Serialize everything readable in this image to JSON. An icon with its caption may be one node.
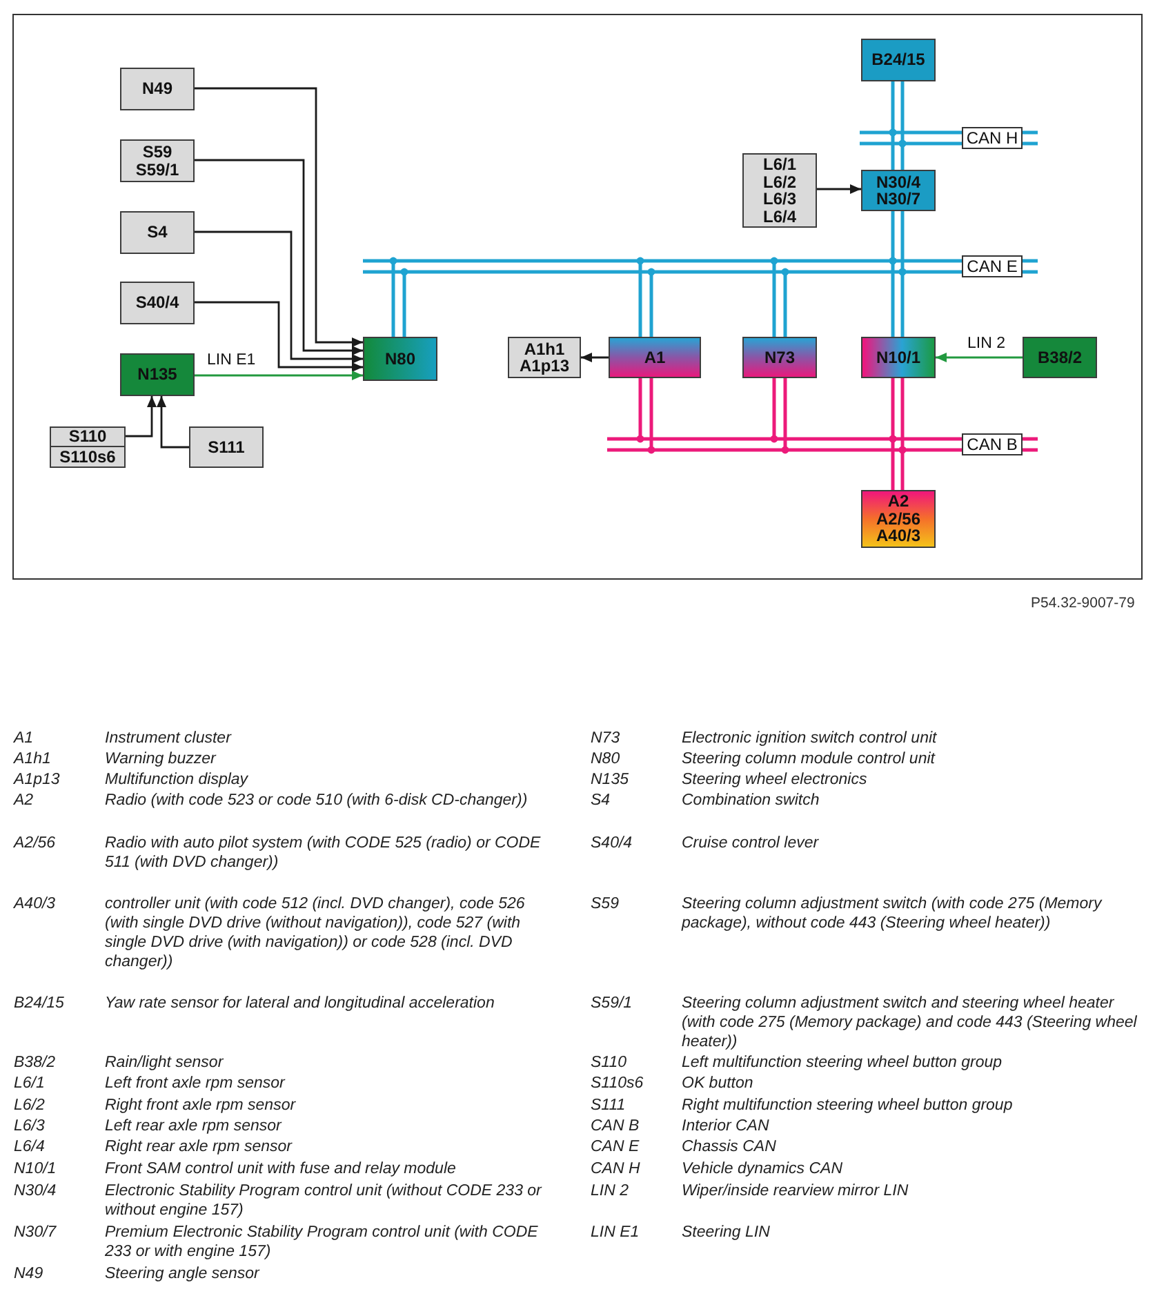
{
  "diagram": {
    "nodes": [
      {
        "text": [
          "N49"
        ]
      },
      {
        "text": [
          "S59",
          "S59/1"
        ]
      },
      {
        "text": [
          "S4"
        ]
      },
      {
        "text": [
          "S40/4"
        ]
      },
      {
        "text": [
          "N135"
        ]
      },
      {
        "text": [
          "S110"
        ]
      },
      {
        "text": [
          "S110s6"
        ]
      },
      {
        "text": [
          "S111"
        ]
      },
      {
        "text": [
          "B24/15"
        ]
      },
      {
        "text": [
          "CAN H"
        ]
      },
      {
        "text": [
          "L6/1",
          "L6/2",
          "L6/3",
          "L6/4"
        ]
      },
      {
        "text": [
          "N30/4",
          "N30/7"
        ]
      },
      {
        "text": [
          "CAN E"
        ]
      },
      {
        "text": [
          "N80"
        ]
      },
      {
        "text": [
          "A1h1",
          "A1p13"
        ]
      },
      {
        "text": [
          "A1"
        ]
      },
      {
        "text": [
          "N73"
        ]
      },
      {
        "text": [
          "N10/1"
        ]
      },
      {
        "text": [
          "B38/2"
        ]
      },
      {
        "text": [
          "CAN B"
        ]
      },
      {
        "text": [
          "A2",
          "A2/56",
          "A40/3"
        ]
      }
    ],
    "edges": [
      {
        "from": 0,
        "to": 13,
        "arrow": "to"
      },
      {
        "from": 1,
        "to": 13,
        "arrow": "to"
      },
      {
        "from": 2,
        "to": 13,
        "arrow": "to"
      },
      {
        "from": 3,
        "to": 13,
        "arrow": "to"
      },
      {
        "from": 4,
        "to": 13,
        "arrow": "to",
        "label": "LIN E1",
        "color": "#22993f"
      },
      {
        "from": 5,
        "to": 4,
        "arrow": "to"
      },
      {
        "from": 7,
        "to": 4,
        "arrow": "to"
      },
      {
        "from": 8,
        "to": 9,
        "arrow": "other",
        "color": "#1fa3d1"
      },
      {
        "from": 11,
        "to": 9,
        "arrow": "other",
        "color": "#1fa3d1"
      },
      {
        "from": 10,
        "to": 11,
        "arrow": "to"
      },
      {
        "from": 11,
        "to": 12,
        "arrow": "other",
        "color": "#1fa3d1"
      },
      {
        "from": 13,
        "to": 12,
        "arrow": "other",
        "color": "#1fa3d1"
      },
      {
        "from": 15,
        "to": 12,
        "arrow": "other",
        "color": "#1fa3d1"
      },
      {
        "from": 16,
        "to": 12,
        "arrow": "other",
        "color": "#1fa3d1"
      },
      {
        "from": 17,
        "to": 12,
        "arrow": "other",
        "color": "#1fa3d1"
      },
      {
        "from": 15,
        "to": 14,
        "arrow": "to"
      },
      {
        "from": 18,
        "to": 17,
        "arrow": "to",
        "label": "LIN 2",
        "color": "#22993f"
      },
      {
        "from": 15,
        "to": 19,
        "arrow": "other",
        "color": "#ec1a7a"
      },
      {
        "from": 16,
        "to": 19,
        "arrow": "other",
        "color": "#ec1a7a"
      },
      {
        "from": 17,
        "to": 19,
        "arrow": "other",
        "color": "#ec1a7a"
      },
      {
        "from": 20,
        "to": 19,
        "arrow": "other",
        "color": "#ec1a7a"
      }
    ],
    "labels": [
      "P54.32-9007-79",
      "A1",
      "Instrument cluster",
      "A1h1",
      "Warning buzzer",
      "A1p13",
      "Multifunction display",
      "A2",
      "Radio (with code 523 or code 510 (with 6-disk CD-changer))",
      "A2/56",
      "Radio with auto pilot system (with CODE 525 (radio) or CODE 511 (with DVD changer))",
      "A40/3",
      "controller unit (with code 512 (incl. DVD changer), code 526 (with single DVD drive (without navigation)), code 527 (with single DVD drive (with navigation)) or code 528 (incl. DVD changer))",
      "B24/15",
      "Yaw rate sensor for lateral and longitudinal acceleration",
      "B38/2",
      "Rain/light sensor",
      "L6/1",
      "Left front axle rpm sensor",
      "L6/2",
      "Right front axle rpm sensor",
      "L6/3",
      "Left rear axle rpm sensor",
      "L6/4",
      "Right rear axle rpm sensor",
      "N10/1",
      "Front SAM control unit with fuse and relay module",
      "N30/4",
      "Electronic Stability Program control unit (without CODE 233 or without engine 157)",
      "N30/7",
      "Premium Electronic Stability Program control unit (with CODE 233 or with engine 157)",
      "N49",
      "Steering angle sensor",
      "N73",
      "Electronic ignition switch control unit",
      "N80",
      "Steering column module control unit",
      "N135",
      "Steering wheel electronics",
      "S4",
      "Combination switch",
      "S40/4",
      "Cruise control lever",
      "S59",
      "Steering column adjustment switch (with code 275 (Memory package), without code 443 (Steering wheel heater))",
      "S59/1",
      "Steering column adjustment switch and steering wheel heater (with code 275 (Memory package) and code 443 (Steering wheel heater))",
      "S110",
      "Left multifunction steering wheel button group",
      "S110s6",
      "OK button",
      "S111",
      "Right multifunction steering wheel button group",
      "CAN B",
      "Interior CAN",
      "CAN E",
      "Chassis CAN",
      "CAN H",
      "Vehicle dynamics CAN",
      "LIN 2",
      "Wiper/inside rearview mirror LIN",
      "LIN E1",
      "Steering LIN"
    ]
  }
}
